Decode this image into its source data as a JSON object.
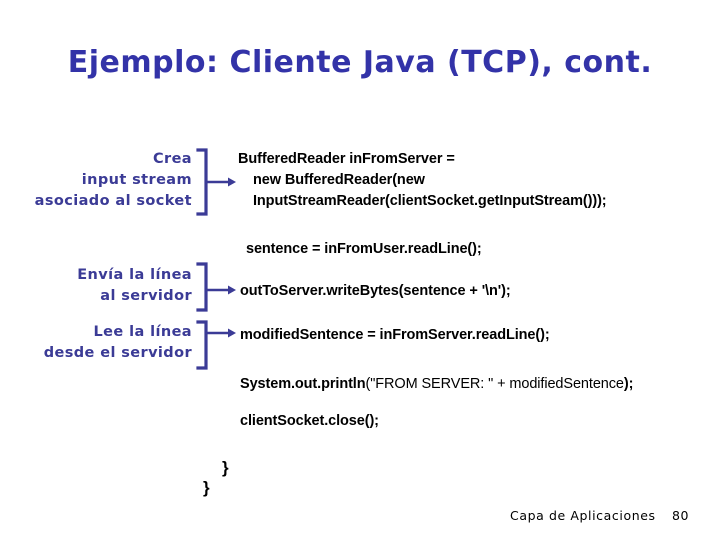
{
  "slide": {
    "title": "Ejemplo: Cliente Java (TCP), cont.",
    "title_color": "#3333a8",
    "annotation_color": "#3b3b96",
    "code_color": "#000000",
    "background_color": "#ffffff"
  },
  "annotations": [
    {
      "name": "create-input-stream",
      "lines": [
        "Crea",
        "input stream",
        "asociado al socket"
      ],
      "text": "Crea\ninput stream\nasociado al socket"
    },
    {
      "name": "send-line-to-server",
      "lines": [
        "Envía la línea",
        "al servidor"
      ],
      "text": "Envía la línea\nal servidor"
    },
    {
      "name": "read-line-from-server",
      "lines": [
        "Lee la línea",
        "desde el servidor"
      ],
      "text": "Lee la línea\ndesde el servidor"
    }
  ],
  "code": {
    "line1": "BufferedReader inFromServer =",
    "line2": "new BufferedReader(new",
    "line3": "InputStreamReader(clientSocket.getInputStream()));",
    "line4": "sentence = inFromUser.readLine();",
    "line5": "outToServer.writeBytes(sentence + '\\n');",
    "line6": "modifiedSentence = inFromServer.readLine();",
    "line7_bold_a": "System.out.println",
    "line7_thin": "(\"FROM SERVER: \" + modifiedSentence",
    "line7_bold_b": ");",
    "line8": "clientSocket.close();",
    "brace_inner": "}",
    "brace_outer": "}"
  },
  "footer": {
    "chapter": "Capa de Aplicaciones",
    "page": "80"
  }
}
